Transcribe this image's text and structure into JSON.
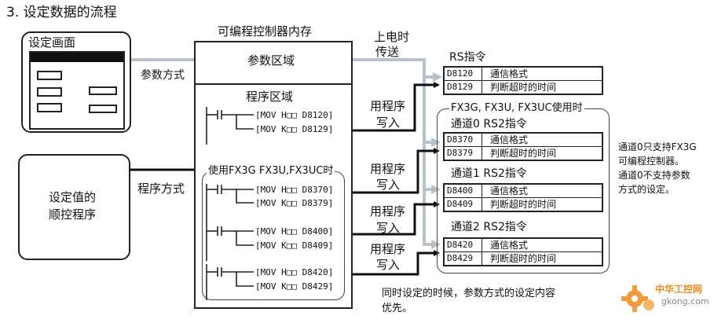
{
  "title": "3. 设定数据的流程",
  "setting_screen": {
    "label": "设定画面"
  },
  "param_method": "参数方式",
  "program_method": "程序方式",
  "seq_program": {
    "line1": "设定值的",
    "line2": "顺控程序"
  },
  "plc_memory": {
    "title": "可编程控制器内存",
    "param_area": "参数区域",
    "program_area": "程序区域",
    "fx3_block_title": "使用FX3G FX3U,FX3UC时",
    "instr_main": [
      "[MOV H□□ D8120]",
      "[MOV K□□ D8129]"
    ],
    "instr_ch0": [
      "[MOV H□□ D8370]",
      "[MOV K□□ D8379]"
    ],
    "instr_ch1": [
      "[MOV H□□ D8400]",
      "[MOV K□□ D8409]"
    ],
    "instr_ch2": [
      "[MOV H□□ D8420]",
      "[MOV K□□ D8429]"
    ]
  },
  "power_on_transfer": {
    "line1": "上电时",
    "line2": "传送"
  },
  "write_by_program": {
    "line1": "用程序",
    "line2": "写入"
  },
  "rs": {
    "title": "RS指令",
    "rows": [
      {
        "reg": "D8120",
        "desc": "通信格式"
      },
      {
        "reg": "D8129",
        "desc": "判断超时的时间"
      }
    ]
  },
  "fx3_group": {
    "title": "FX3G, FX3U, FX3UC使用时",
    "channels": [
      {
        "title": "通道0 RS2指令",
        "rows": [
          {
            "reg": "D8370",
            "desc": "通信格式"
          },
          {
            "reg": "D8379",
            "desc": "判断超时的时间"
          }
        ]
      },
      {
        "title": "通道1 RS2指令",
        "rows": [
          {
            "reg": "D8400",
            "desc": "通信格式"
          },
          {
            "reg": "D8409",
            "desc": "判断超时的时间"
          }
        ]
      },
      {
        "title": "通道2 RS2指令",
        "rows": [
          {
            "reg": "D8420",
            "desc": "通信格式"
          },
          {
            "reg": "D8429",
            "desc": "判断超时的时间"
          }
        ]
      }
    ]
  },
  "side_note": {
    "lines": [
      "通道0只支持FX3G",
      "可编程控制器。",
      "通道0不支持参数",
      "方式的设定。"
    ]
  },
  "bottom_note": {
    "line1": "同时设定的时候，参数方式的设定内容",
    "line2": "优先。"
  },
  "watermark": {
    "name": "中华工控网",
    "url": "gkong.com"
  },
  "colors": {
    "line": "#222222",
    "gray_arrow": "#b8c0c8",
    "watermark_orange": "#f08a1c"
  }
}
